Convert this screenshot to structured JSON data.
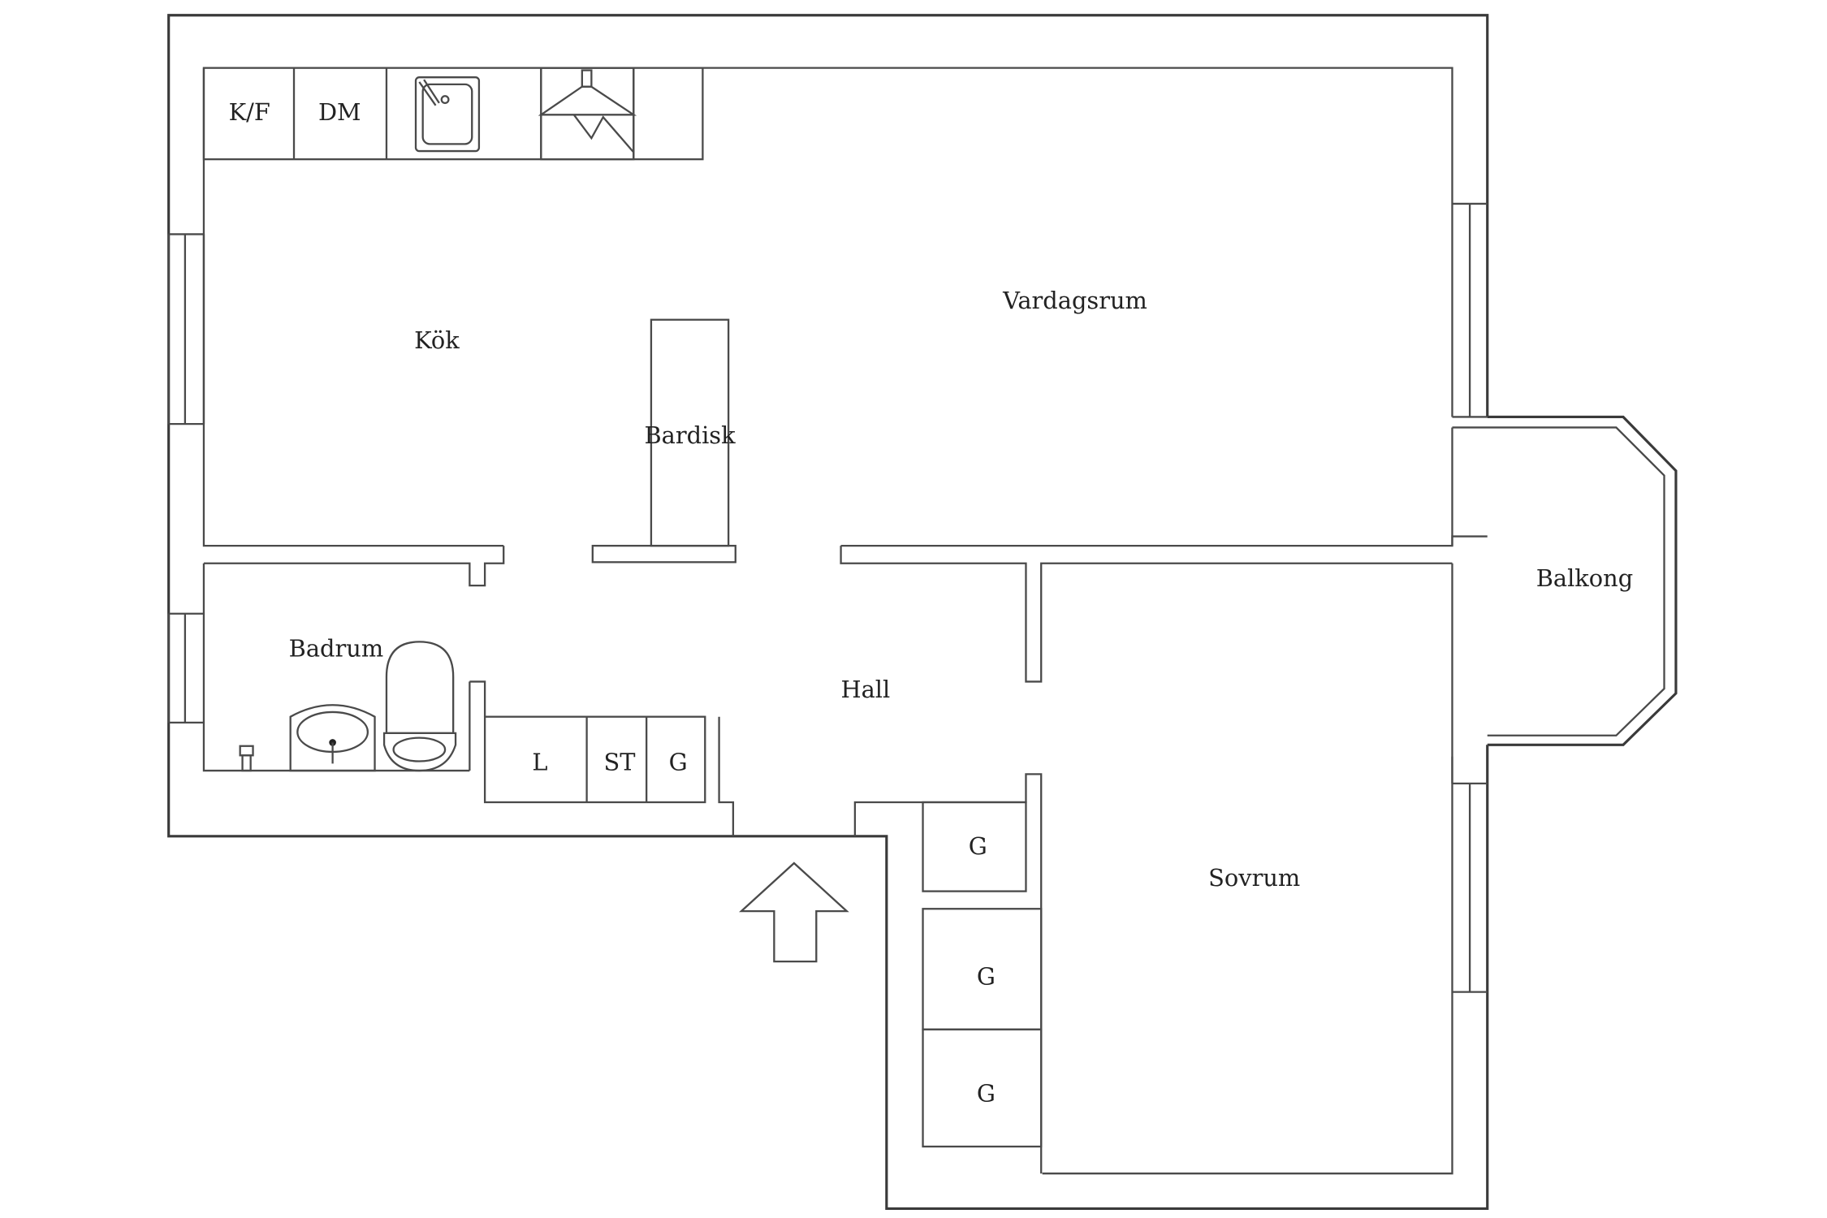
{
  "colors": {
    "line": "#3a3a3a",
    "background": "#ffffff"
  },
  "rooms": {
    "kok": "Kök",
    "vardagsrum": "Vardagsrum",
    "bardisk": "Bardisk",
    "badrum": "Badrum",
    "hall": "Hall",
    "balkong": "Balkong",
    "sovrum": "Sovrum"
  },
  "fixtures": {
    "kf": "K/F",
    "dm": "DM",
    "l": "L",
    "st": "ST",
    "g_hall": "G",
    "g_wardrobe_1": "G",
    "g_wardrobe_2": "G",
    "g_wardrobe_3": "G"
  },
  "icons": [
    "sink-icon",
    "stove-icon",
    "washbasin-icon",
    "toilet-icon",
    "tap-icon",
    "entrance-arrow-icon"
  ]
}
